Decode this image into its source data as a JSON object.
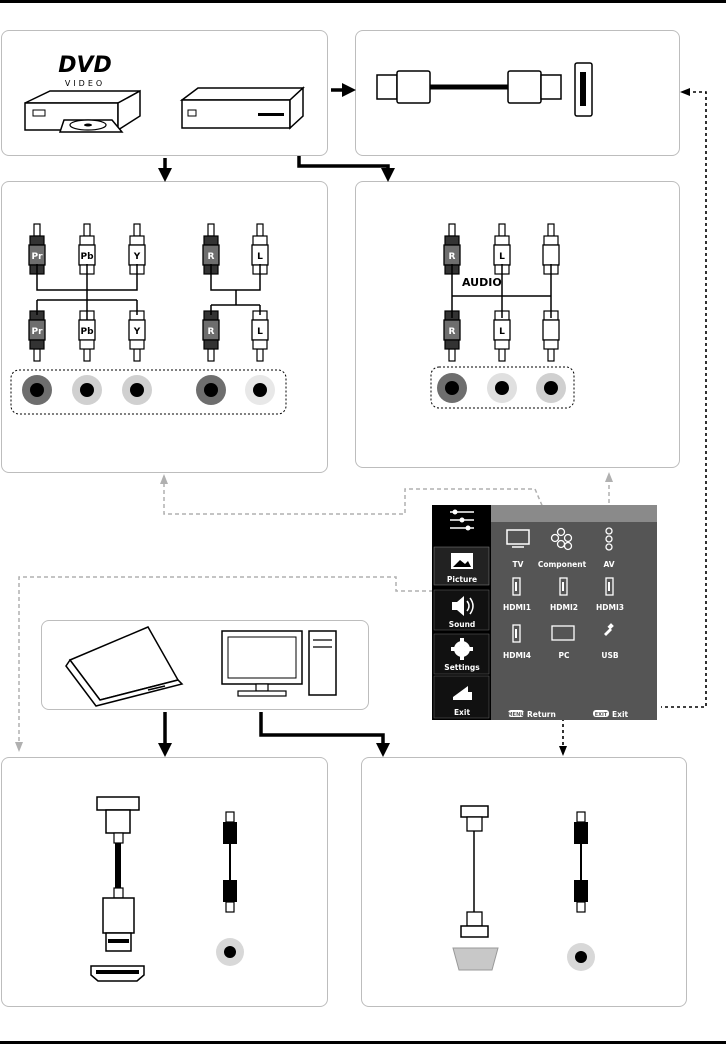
{
  "dvd_logo": {
    "text": "DVD",
    "sub": "VIDEO"
  },
  "component_labels": {
    "pr": "Pr",
    "pb": "Pb",
    "y": "Y",
    "r": "R",
    "l": "L"
  },
  "av_labels": {
    "r": "R",
    "l": "L",
    "audio": "AUDIO"
  },
  "tv_menu": {
    "sidebar": [
      {
        "label": ""
      },
      {
        "label": "Picture"
      },
      {
        "label": "Sound"
      },
      {
        "label": "Settings"
      },
      {
        "label": "Exit"
      }
    ],
    "sources": [
      {
        "label": "TV"
      },
      {
        "label": "Component"
      },
      {
        "label": "AV"
      },
      {
        "label": "HDMI1"
      },
      {
        "label": "HDMI2"
      },
      {
        "label": "HDMI3"
      },
      {
        "label": "HDMI4"
      },
      {
        "label": "PC"
      },
      {
        "label": "USB"
      }
    ],
    "footer": {
      "return_key": "MENU",
      "return_label": "Return",
      "exit_key": "EXIT",
      "exit_label": "Exit"
    }
  },
  "colors": {
    "menu_bg": "#555555",
    "menu_sidebar": "#000000",
    "menu_header": "#8a8a8a",
    "panel_border": "#bdbdbd",
    "rca_grey": "#6e6e6e",
    "dashed_link": "#b0b0b0"
  }
}
